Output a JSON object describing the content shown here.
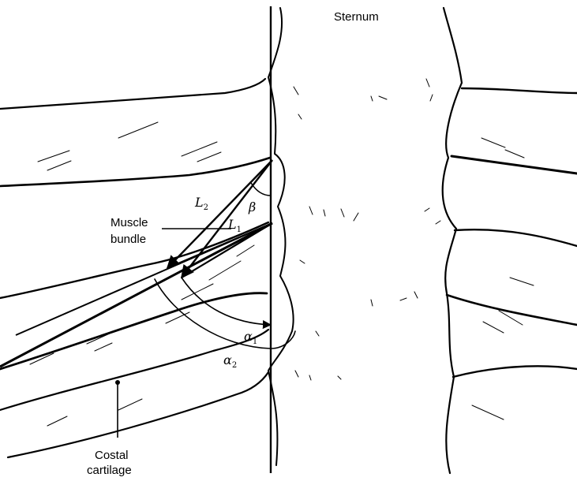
{
  "labels": {
    "sternum": "Sternum",
    "muscle_line1": "Muscle",
    "muscle_line2": "bundle",
    "costal_line1": "Costal",
    "costal_line2": "cartilage"
  },
  "symbols": {
    "L": "L",
    "beta": "β",
    "alpha": "α",
    "sub1": "1",
    "sub2": "2"
  }
}
